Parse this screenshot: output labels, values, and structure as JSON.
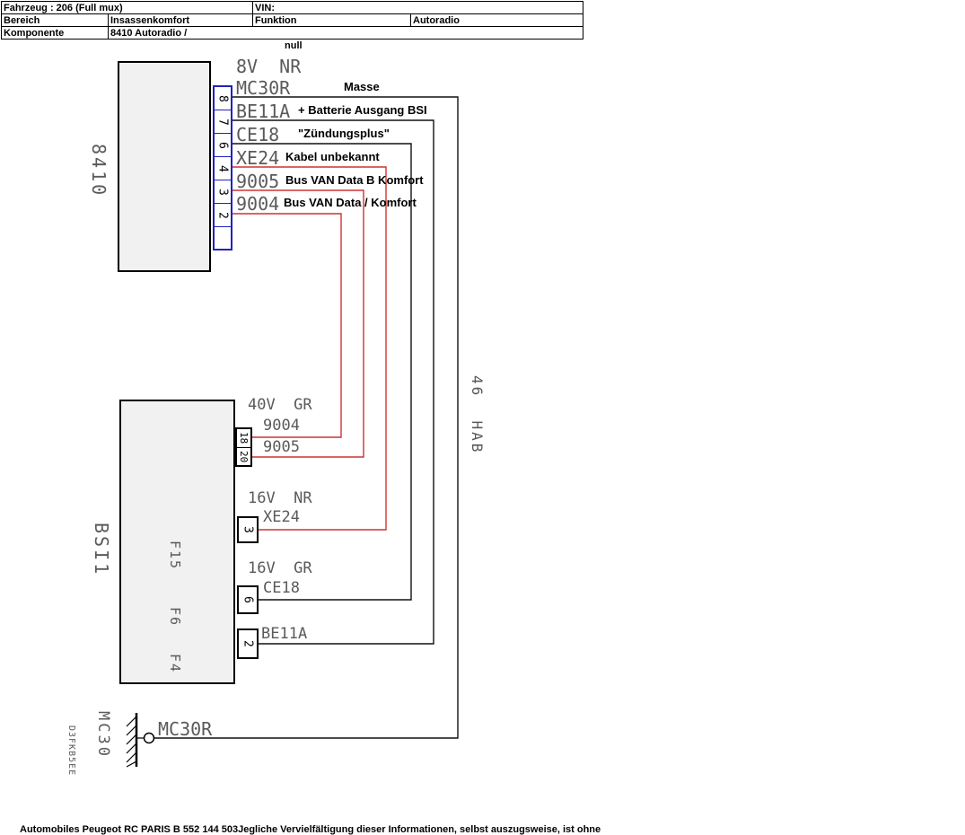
{
  "header": {
    "fahrzeug": "Fahrzeug : 206 (Full mux)",
    "vin": "VIN:",
    "bereich_label": "Bereich",
    "bereich_value": "Insassenkomfort",
    "funktion_label": "Funktion",
    "funktion_value": "Autoradio",
    "komponente_label": "Komponente",
    "komponente_value": "8410 Autoradio /"
  },
  "diagram": {
    "null_label": "null",
    "harness_label": "46  HAB",
    "doc_code": "D3FKB5EE",
    "radio": {
      "label": "8410",
      "voltage_label": "8V  NR",
      "pins": [
        "8",
        "7",
        "6",
        "4",
        "3",
        "2"
      ],
      "wires": [
        "MC30R",
        "BE11A",
        "CE18",
        "XE24",
        "9005",
        "9004"
      ],
      "annotations": [
        "Masse",
        "+ Batterie Ausgang BSI",
        "\"Zündungsplus\"",
        "Kabel unbekannt",
        "Bus VAN Data B Komfort",
        "Bus VAN Data / Komfort"
      ]
    },
    "bsi": {
      "label": "BSI1",
      "van_group": {
        "voltage_label": "40V  GR",
        "pins": [
          "18",
          "20"
        ],
        "wires": [
          "9004",
          "9005"
        ]
      },
      "xe24_group": {
        "voltage_label": "16V  NR",
        "pin": "3",
        "wire": "XE24",
        "fuse": "F15"
      },
      "ce18_group": {
        "voltage_label": "16V  GR",
        "pin": "6",
        "wire": "CE18",
        "fuse": "F6"
      },
      "be11a_group": {
        "pin": "2",
        "wire": "BE11A",
        "fuse": "F4"
      }
    },
    "ground": {
      "component": "MC30",
      "wire": "MC30R"
    },
    "wire_colors": {
      "black": "#111111",
      "red": "#cc3333",
      "connector_blue": "#2222bb"
    }
  },
  "footer": "Automobiles Peugeot RC PARIS B 552 144 503Jegliche Vervielfältigung dieser Informationen, selbst auszugsweise, ist ohne"
}
